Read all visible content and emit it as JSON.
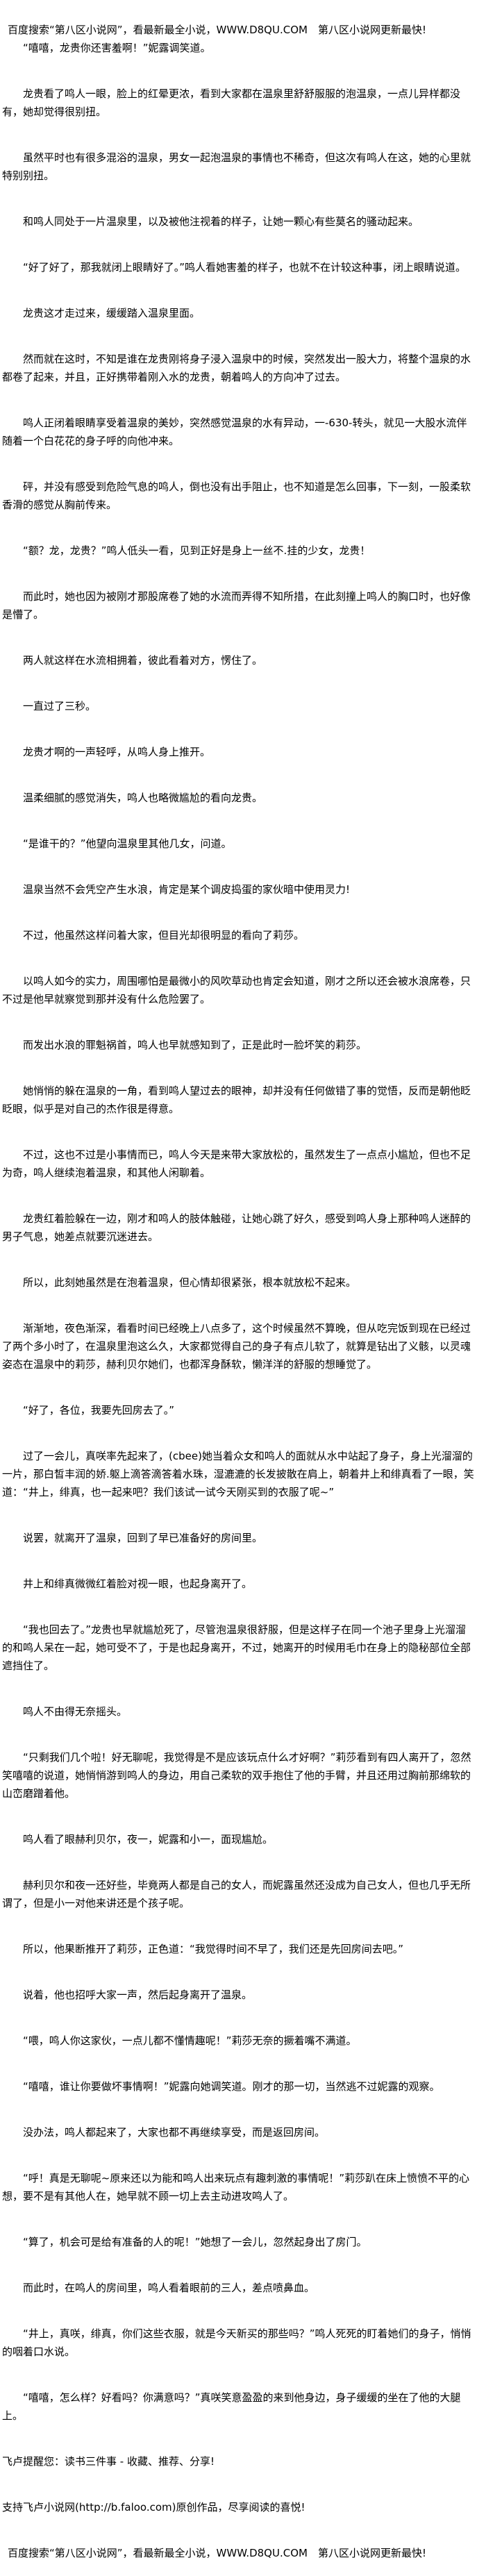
{
  "banner": "百度搜索“第八区小说网”，看最新最全小说，WWW.D8QU.COM　第八区小说网更新最快!",
  "paragraphs": [
    "“嘻嘻，龙贵你还害羞啊！”妮露调笑道。",
    "龙贵看了鸣人一眼，脸上的红晕更浓，看到大家都在温泉里舒舒服服的泡温泉，一点儿异样都没有，她却觉得很别扭。",
    "虽然平时也有很多混浴的温泉，男女一起泡温泉的事情也不稀奇，但这次有鸣人在这，她的心里就特别别扭。",
    "和鸣人同处于一片温泉里，以及被他注视着的样子，让她一颗心有些莫名的骚动起来。",
    "“好了好了，那我就闭上眼睛好了。”鸣人看她害羞的样子，也就不在计较这种事，闭上眼睛说道。",
    "龙贵这才走过来，缓缓踏入温泉里面。",
    "然而就在这时，不知是谁在龙贵刚将身子浸入温泉中的时候，突然发出一股大力，将整个温泉的水都卷了起来，并且，正好携带着刚入水的龙贵，朝着鸣人的方向冲了过去。",
    "鸣人正闭着眼睛享受着温泉的美妙，突然感觉温泉的水有异动，一-630-转头，就见一大股水流伴随着一个白花花的身子呼的向他冲来。",
    "砰，并没有感受到危险气息的鸣人，倒也没有出手阻止，也不知道是怎么回事，下一刻，一股柔软香滑的感觉从胸前传来。",
    "“额？龙，龙贵？”鸣人低头一看，见到正好是身上一丝不.挂的少女，龙贵！",
    "而此时，她也因为被刚才那股席卷了她的水流而弄得不知所措，在此刻撞上鸣人的胸口时，也好像是懵了。",
    "两人就这样在水流相拥着，彼此看着对方，愣住了。",
    "一直过了三秒。",
    "龙贵才啊的一声轻呼，从鸣人身上推开。",
    "温柔细腻的感觉消失，鸣人也略微尴尬的看向龙贵。",
    "“是谁干的？”他望向温泉里其他几女，问道。",
    "温泉当然不会凭空产生水浪，肯定是某个调皮捣蛋的家伙暗中使用灵力!",
    "不过，他虽然这样问着大家，但目光却很明显的看向了莉莎。",
    "以鸣人如今的实力，周围哪怕是最微小的风吹草动也肯定会知道，刚才之所以还会被水浪席卷，只不过是他早就察觉到那并没有什么危险罢了。",
    "而发出水浪的罪魁祸首，鸣人也早就感知到了，正是此时一脸坏笑的莉莎。",
    "她悄悄的躲在温泉的一角，看到鸣人望过去的眼神，却并没有任何做错了事的觉悟，反而是朝他眨眨眼，似乎是对自己的杰作很是得意。",
    "不过，这也不过是小事情而已，鸣人今天是来带大家放松的，虽然发生了一点点小尴尬，但也不足为奇，鸣人继续泡着温泉，和其他人闲聊着。",
    "龙贵红着脸躲在一边，刚才和鸣人的肢体触碰，让她心跳了好久，感受到鸣人身上那种鸣人迷醉的男子气息，她差点就要沉迷进去。",
    "所以，此刻她虽然是在泡着温泉，但心情却很紧张，根本就放松不起来。",
    "渐渐地，夜色渐深，看看时间已经晚上八点多了，这个时候虽然不算晚，但从吃完饭到现在已经过了两个多小时了，在温泉里泡这么久，大家都觉得自己的身子有点儿软了，就算是钻出了义骸，以灵魂姿态在温泉中的莉莎，赫利贝尔她们，也都浑身酥软，懒洋洋的舒服的想睡觉了。",
    "“好了，各位，我要先回房去了。”",
    "过了一会儿，真咲率先起来了，(cbee)她当着众女和鸣人的面就从水中站起了身子，身上光溜溜的一片，那白皙丰润的娇.躯上滴答滴答着水珠，湿漉漉的长发披散在肩上，朝着井上和绯真看了一眼，笑道：“井上，绯真，也一起来吧？我们该试一试今天刚买到的衣服了呢~”",
    "说罢，就离开了温泉，回到了早已准备好的房间里。",
    "井上和绯真微微红着脸对视一眼，也起身离开了。",
    "“我也回去了。”龙贵也早就尴尬死了，尽管泡温泉很舒服，但是这样子在同一个池子里身上光溜溜的和鸣人呆在一起，她可受不了，于是也起身离开，不过，她离开的时候用毛巾在身上的隐秘部位全部遮挡住了。",
    "鸣人不由得无奈摇头。",
    "“只剩我们几个啦！好无聊呢，我觉得是不是应该玩点什么才好啊？”莉莎看到有四人离开了，忽然笑嘻嘻的说道，她悄悄游到鸣人的身边，用自己柔软的双手抱住了他的手臂，并且还用过胸前那绵软的山峦磨蹭着他。",
    "鸣人看了眼赫利贝尔，夜一，妮露和小一，面现尴尬。",
    "赫利贝尔和夜一还好些，毕竟两人都是自己的女人，而妮露虽然还没成为自己女人，但也几乎无所谓了，但是小一对他来讲还是个孩子呢。",
    "所以，他果断推开了莉莎，正色道：“我觉得时间不早了，我们还是先回房间去吧。”",
    "说着，他也招呼大家一声，然后起身离开了温泉。",
    "“喂，鸣人你这家伙，一点儿都不懂情趣呢！”莉莎无奈的撅着嘴不满道。",
    "“嘻嘻，谁让你要做坏事情啊！”妮露向她调笑道。刚才的那一切，当然逃不过妮露的观察。",
    "没办法，鸣人都起来了，大家也都不再继续享受，而是返回房间。",
    "“呼！真是无聊呢~原来还以为能和鸣人出来玩点有趣刺激的事情呢！”莉莎趴在床上愤愤不平的心想，要不是有其他人在，她早就不顾一切上去主动进攻鸣人了。",
    "“算了，机会可是给有准备的人的呢！”她想了一会儿，忽然起身出了房门。",
    "而此时，在鸣人的房间里，鸣人看着眼前的三人，差点喷鼻血。",
    "“井上，真咲，绯真，你们这些衣服，就是今天新买的那些吗？”鸣人死死的盯着她们的身子，悄悄的咽着口水说。",
    "“嘻嘻，怎么样？好看吗？你满意吗？”真咲笑意盈盈的来到他身边，身子缓缓的坐在了他的大腿上。"
  ],
  "footer": {
    "reminder": "飞卢提醒您：读书三件事 - 收藏、推荐、分享!",
    "support": "支持飞卢小说网(http://b.faloo.com)原创作品，尽享阅读的喜悦!",
    "banner": "百度搜索“第八区小说网”，看最新最全小说，WWW.D8QU.COM　第八区小说网更新最快!"
  }
}
